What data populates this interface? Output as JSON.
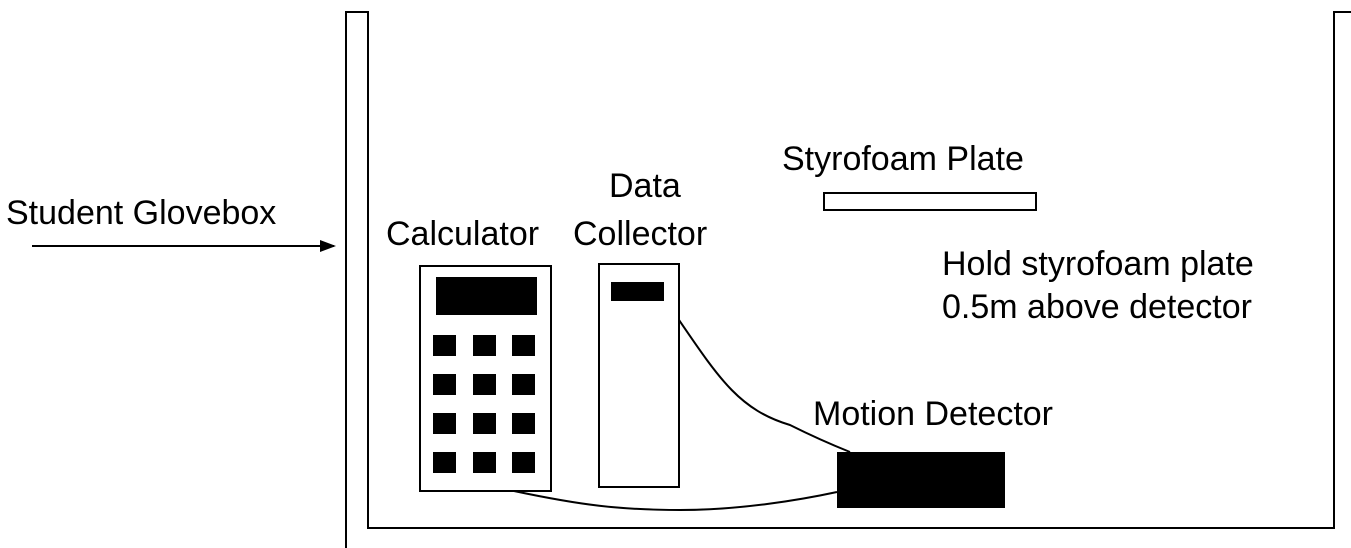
{
  "labels": {
    "glovebox": "Student Glovebox",
    "plate": "Styrofoam Plate",
    "calculator": "Calculator",
    "data_collector_line1": "Data",
    "data_collector_line2": "Collector",
    "instruction_line1": "Hold styrofoam plate",
    "instruction_line2": "0.5m above detector",
    "motion_detector": "Motion Detector"
  },
  "colors": {
    "ink": "#000000",
    "background": "#ffffff"
  }
}
